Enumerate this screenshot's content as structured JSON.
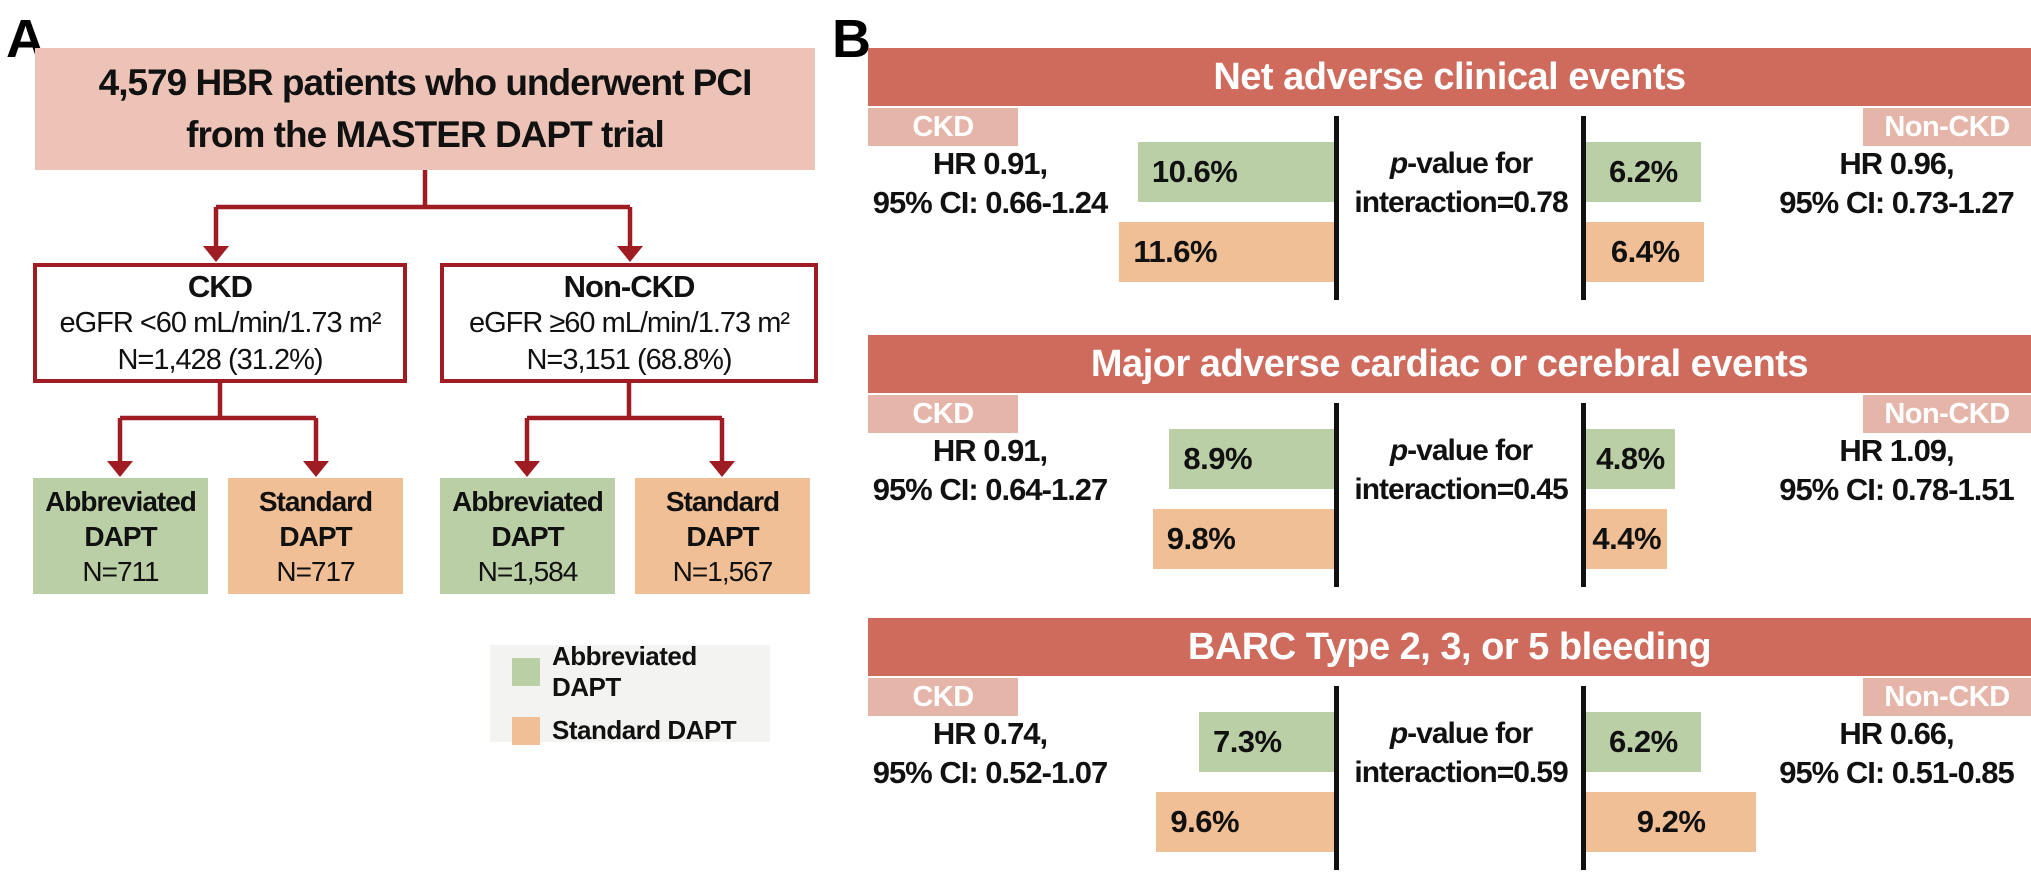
{
  "colors": {
    "flow_box_pink": "#ecc3b6",
    "dark_red_lines": "#9e1c22",
    "section_header_salmon": "#cf6b5d",
    "subgroup_tag_pink": "#e6b5a9",
    "abbreviated_green": "#bbcfa6",
    "standard_orange": "#f0bf95",
    "legend_background": "#f3f3f1",
    "divider_black": "#111111"
  },
  "panelA": {
    "label": "A",
    "top_box": {
      "line1": "4,579 HBR patients who underwent PCI",
      "line2": "from the MASTER DAPT trial"
    },
    "groups": [
      {
        "title": "CKD",
        "criteria": "eGFR <60 mL/min/1.73 m²",
        "n": "N=1,428 (31.2%)"
      },
      {
        "title": "Non-CKD",
        "criteria": "eGFR ≥60 mL/min/1.73 m²",
        "n": "N=3,151 (68.8%)"
      }
    ],
    "arms": [
      {
        "line1": "Abbreviated",
        "line2": "DAPT",
        "n": "N=711"
      },
      {
        "line1": "Standard",
        "line2": "DAPT",
        "n": "N=717"
      },
      {
        "line1": "Abbreviated",
        "line2": "DAPT",
        "n": "N=1,584"
      },
      {
        "line1": "Standard",
        "line2": "DAPT",
        "n": "N=1,567"
      }
    ],
    "legend": [
      {
        "label": "Abbreviated DAPT",
        "color": "#bbcfa6"
      },
      {
        "label": "Standard DAPT",
        "color": "#f0bf95"
      }
    ]
  },
  "panelB": {
    "label": "B",
    "ckd_tag": "CKD",
    "nonckd_tag": "Non-CKD",
    "sections": [
      {
        "title": "Net adverse clinical events",
        "ckd": {
          "hr1": "HR 0.91,",
          "hr2": "95% CI: 0.66-1.24",
          "abbreviated": {
            "pct": 10.6,
            "label": "10.6%"
          },
          "standard": {
            "pct": 11.6,
            "label": "11.6%"
          }
        },
        "interaction": {
          "italic": "p",
          "rest": "-value for",
          "line2": "interaction=0.78"
        },
        "nonckd": {
          "hr1": "HR 0.96,",
          "hr2": "95% CI: 0.73-1.27",
          "abbreviated": {
            "pct": 6.2,
            "label": "6.2%"
          },
          "standard": {
            "pct": 6.4,
            "label": "6.4%"
          }
        }
      },
      {
        "title": "Major adverse cardiac or cerebral events",
        "ckd": {
          "hr1": "HR 0.91,",
          "hr2": "95% CI: 0.64-1.27",
          "abbreviated": {
            "pct": 8.9,
            "label": "8.9%"
          },
          "standard": {
            "pct": 9.8,
            "label": "9.8%"
          }
        },
        "interaction": {
          "italic": "p",
          "rest": "-value for",
          "line2": "interaction=0.45"
        },
        "nonckd": {
          "hr1": "HR 1.09,",
          "hr2": "95% CI: 0.78-1.51",
          "abbreviated": {
            "pct": 4.8,
            "label": "4.8%"
          },
          "standard": {
            "pct": 4.4,
            "label": "4.4%"
          }
        }
      },
      {
        "title": "BARC Type 2, 3, or 5 bleeding",
        "ckd": {
          "hr1": "HR 0.74,",
          "hr2": "95% CI: 0.52-1.07",
          "abbreviated": {
            "pct": 7.3,
            "label": "7.3%"
          },
          "standard": {
            "pct": 9.6,
            "label": "9.6%"
          }
        },
        "interaction": {
          "italic": "p",
          "rest": "-value for",
          "line2": "interaction=0.59"
        },
        "nonckd": {
          "hr1": "HR 0.66,",
          "hr2": "95% CI: 0.51-0.85",
          "abbreviated": {
            "pct": 6.2,
            "label": "6.2%"
          },
          "standard": {
            "pct": 9.2,
            "label": "9.2%"
          }
        }
      }
    ]
  },
  "chart_data": {
    "type": "bar",
    "title": "Outcomes of abbreviated vs standard DAPT by CKD status (MASTER DAPT, HBR patients after PCI)",
    "total_patients": 4579,
    "subgroups": [
      {
        "name": "CKD",
        "criteria": "eGFR <60 mL/min/1.73 m²",
        "n": 1428,
        "pct_of_total": 31.2,
        "abbreviated_n": 711,
        "standard_n": 717
      },
      {
        "name": "Non-CKD",
        "criteria": "eGFR ≥60 mL/min/1.73 m²",
        "n": 3151,
        "pct_of_total": 68.8,
        "abbreviated_n": 1584,
        "standard_n": 1567
      }
    ],
    "series": [
      "Abbreviated DAPT",
      "Standard DAPT"
    ],
    "outcomes": [
      {
        "outcome": "Net adverse clinical events",
        "ckd": {
          "abbreviated_pct": 10.6,
          "standard_pct": 11.6,
          "hr": 0.91,
          "ci95": "0.66-1.24"
        },
        "nonckd": {
          "abbreviated_pct": 6.2,
          "standard_pct": 6.4,
          "hr": 0.96,
          "ci95": "0.73-1.27"
        },
        "p_interaction": 0.78
      },
      {
        "outcome": "Major adverse cardiac or cerebral events",
        "ckd": {
          "abbreviated_pct": 8.9,
          "standard_pct": 9.8,
          "hr": 0.91,
          "ci95": "0.64-1.27"
        },
        "nonckd": {
          "abbreviated_pct": 4.8,
          "standard_pct": 4.4,
          "hr": 1.09,
          "ci95": "0.78-1.51"
        },
        "p_interaction": 0.45
      },
      {
        "outcome": "BARC Type 2, 3, or 5 bleeding",
        "ckd": {
          "abbreviated_pct": 7.3,
          "standard_pct": 9.6,
          "hr": 0.74,
          "ci95": "0.52-1.07"
        },
        "nonckd": {
          "abbreviated_pct": 6.2,
          "standard_pct": 9.2,
          "hr": 0.66,
          "ci95": "0.51-0.85"
        },
        "p_interaction": 0.59
      }
    ]
  }
}
